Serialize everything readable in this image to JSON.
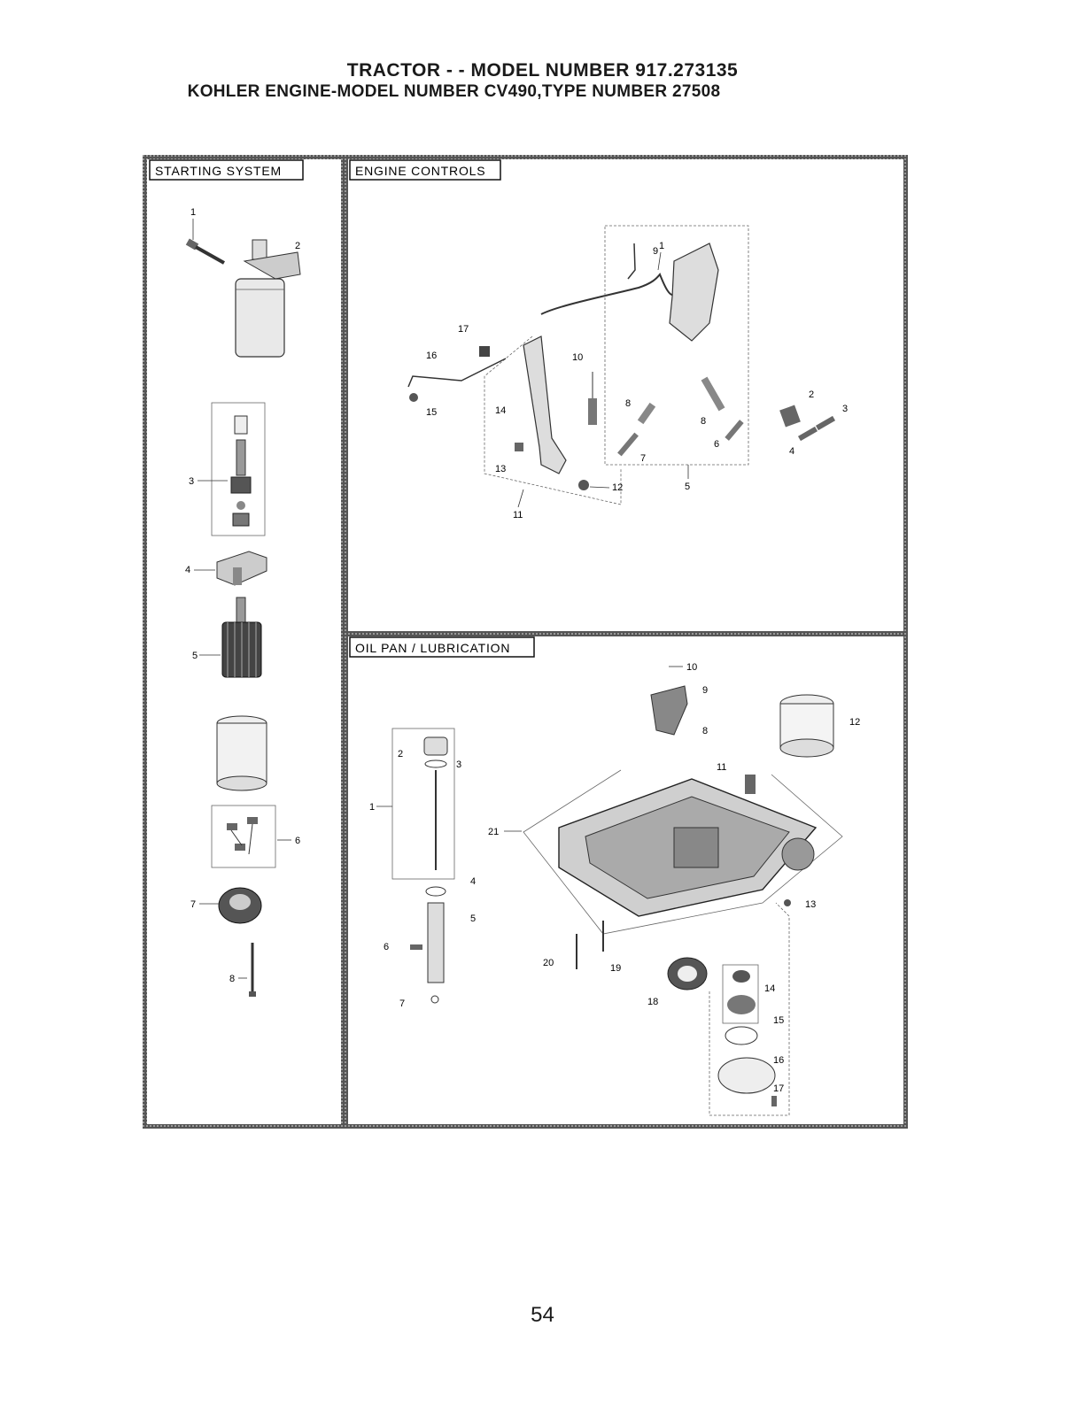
{
  "header": {
    "title": "TRACTOR - - MODEL NUMBER 917.273135",
    "subtitle": "KOHLER ENGINE-MODEL NUMBER CV490,TYPE NUMBER 27508"
  },
  "panels": {
    "starting_system": {
      "label": "STARTING SYSTEM",
      "callouts": [
        "1",
        "2",
        "3",
        "4",
        "5",
        "6",
        "7",
        "8"
      ]
    },
    "engine_controls": {
      "label": "ENGINE CONTROLS",
      "callouts": [
        "1",
        "17",
        "16",
        "15",
        "10",
        "14",
        "13",
        "12",
        "11",
        "9",
        "8",
        "8",
        "7",
        "6",
        "5",
        "2",
        "3",
        "4"
      ]
    },
    "oil_pan": {
      "label": "OIL PAN / LUBRICATION",
      "callouts": [
        "10",
        "9",
        "8",
        "12",
        "11",
        "2",
        "3",
        "1",
        "21",
        "4",
        "5",
        "6",
        "7",
        "20",
        "19",
        "18",
        "13",
        "14",
        "15",
        "16",
        "17"
      ]
    }
  },
  "footer": {
    "page_number": "54"
  }
}
